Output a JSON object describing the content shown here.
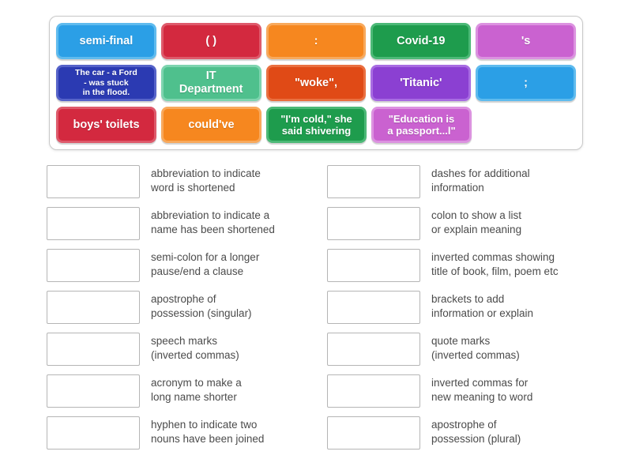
{
  "colors": {
    "blue": "#2b9fe6",
    "crimson": "#d3293f",
    "orange": "#f6871f",
    "green": "#1e9c4d",
    "orchid": "#ca62d0",
    "indigo": "#2b3ab2",
    "seagreen": "#4fc08d",
    "vermilion": "#e04a16",
    "violet": "#8b40d2",
    "panel_border": "#c9c9c9",
    "slot_border": "#b5b5b5",
    "label_text": "#4b4b4b",
    "tile_text": "#ffffff"
  },
  "bank": {
    "rows": [
      [
        {
          "label": "semi-final",
          "color": "blue"
        },
        {
          "label": "( )",
          "color": "crimson"
        },
        {
          "label": ":",
          "color": "orange"
        },
        {
          "label": "Covid-19",
          "color": "green"
        },
        {
          "label": "'s",
          "color": "orchid"
        }
      ],
      [
        {
          "label": "The car - a Ford\n- was stuck\nin the flood.",
          "color": "indigo"
        },
        {
          "label": "IT\nDepartment",
          "color": "seagreen"
        },
        {
          "label": "\"woke\",",
          "color": "vermilion"
        },
        {
          "label": "'Titanic'",
          "color": "violet"
        },
        {
          "label": ";",
          "color": "blue"
        }
      ],
      [
        {
          "label": "boys' toilets",
          "color": "crimson"
        },
        {
          "label": "could've",
          "color": "orange"
        },
        {
          "label": "\"I'm cold,\" she\nsaid shivering",
          "color": "green"
        },
        {
          "label": "\"Education is\na passport...l\"",
          "color": "orchid"
        }
      ]
    ]
  },
  "matches": {
    "left": [
      {
        "label": "abbreviation to indicate\nword is shortened"
      },
      {
        "label": "abbreviation to indicate a\nname has been shortened"
      },
      {
        "label": "semi-colon for a longer\npause/end a clause"
      },
      {
        "label": "apostrophe of\npossession (singular)"
      },
      {
        "label": "speech marks\n(inverted commas)"
      },
      {
        "label": "acronym to make a\nlong name shorter"
      },
      {
        "label": "hyphen to indicate two\nnouns have been joined"
      }
    ],
    "right": [
      {
        "label": "dashes for additional\ninformation"
      },
      {
        "label": "colon to show a list\nor explain meaning"
      },
      {
        "label": "inverted commas showing\ntitle of book, film, poem etc"
      },
      {
        "label": "brackets to add\ninformation or explain"
      },
      {
        "label": "quote marks\n(inverted commas)"
      },
      {
        "label": "inverted commas for\nnew meaning to word"
      },
      {
        "label": "apostrophe of\npossession (plural)"
      }
    ]
  }
}
